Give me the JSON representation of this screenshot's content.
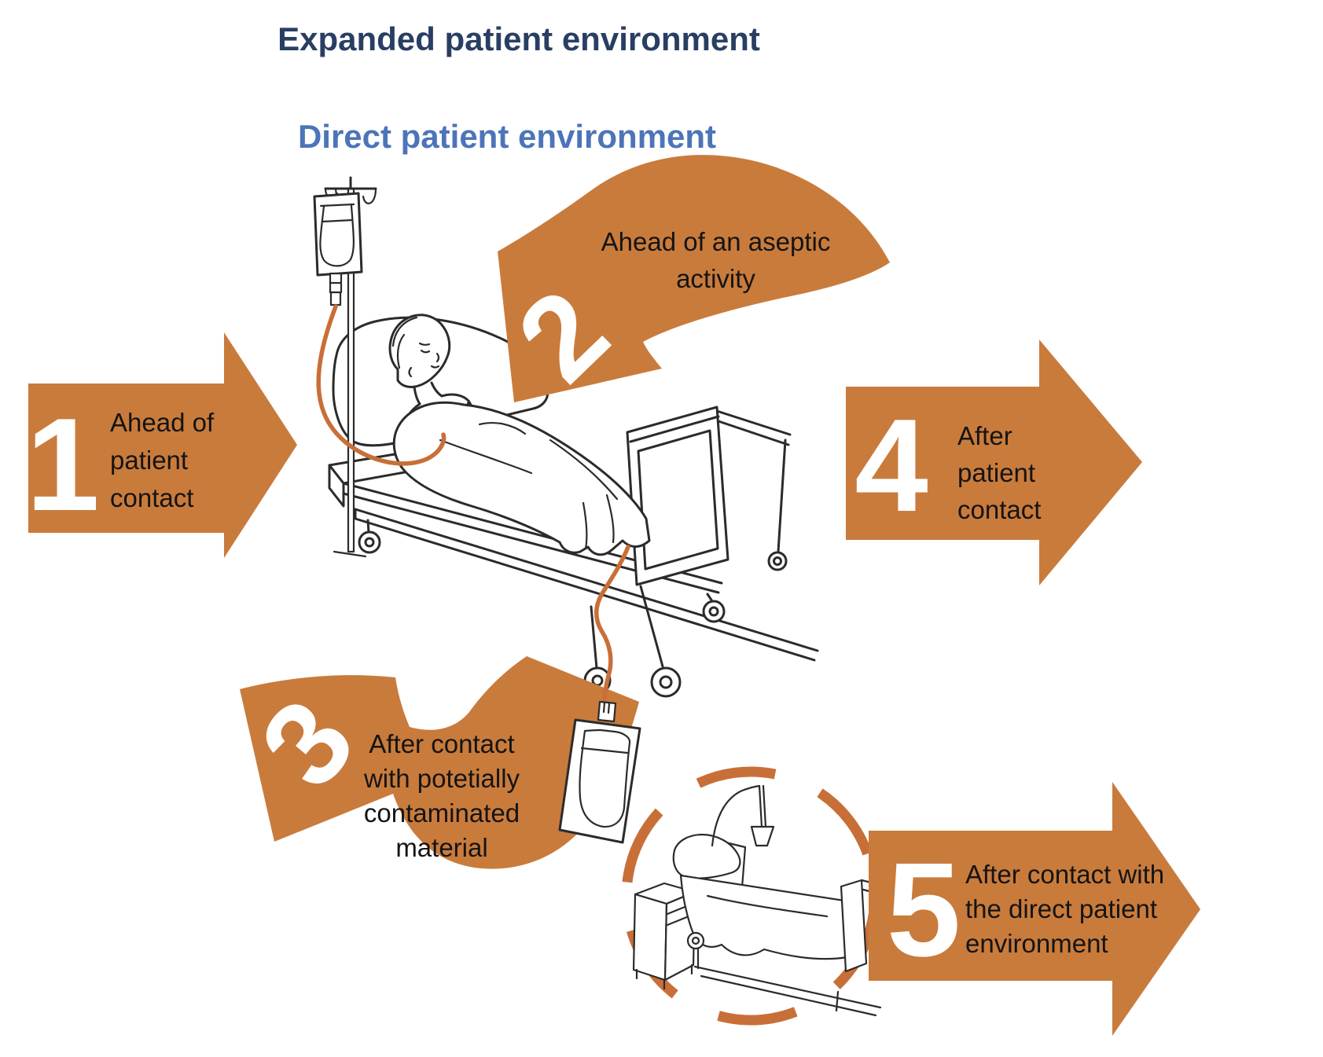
{
  "titles": {
    "expanded": "Expanded patient environment",
    "direct": "Direct patient environment"
  },
  "moments": [
    {
      "number": "1",
      "label": "Ahead of\npatient\ncontact"
    },
    {
      "number": "2",
      "label": "Ahead of an aseptic\nactivity"
    },
    {
      "number": "3",
      "label": "After contact\nwith potetially\ncontaminated\nmaterial"
    },
    {
      "number": "4",
      "label": "After\npatient\ncontact"
    },
    {
      "number": "5",
      "label": "After contact with\nthe direct patient\nenvironment"
    }
  ],
  "colors": {
    "arrow-orange": "#C97B3C",
    "tube-orange": "#C86F38",
    "outline-black": "#2B2B2B",
    "title-navy": "#293E63",
    "title-blue": "#4C74B9",
    "number-white": "#FFFFFF",
    "label-black": "#141414"
  }
}
